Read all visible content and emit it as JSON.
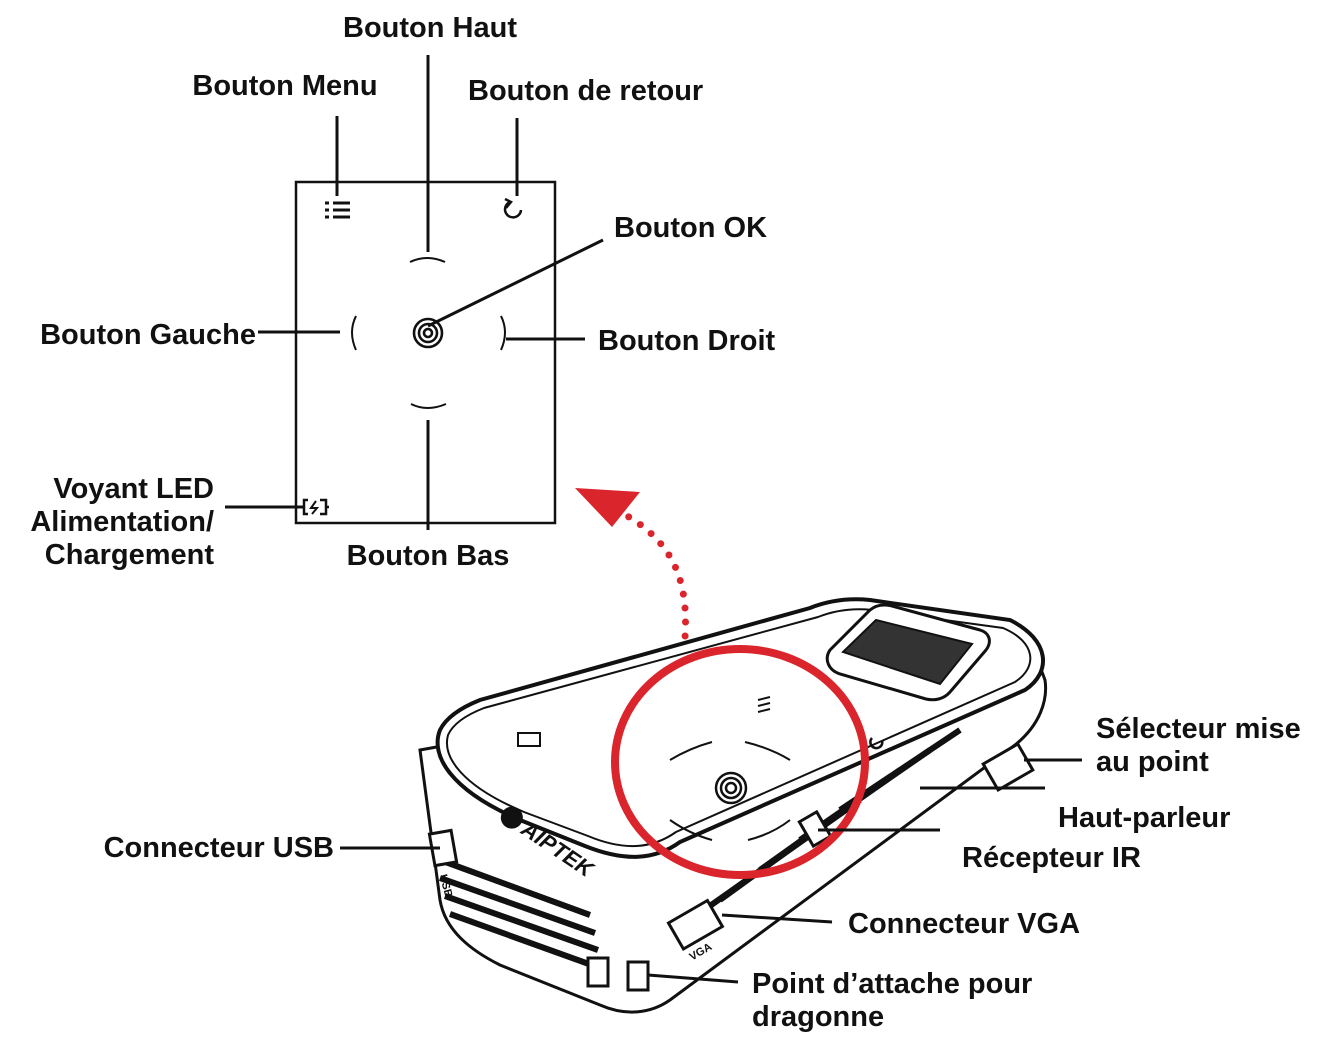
{
  "labels": {
    "bouton_haut": "Bouton Haut",
    "bouton_menu": "Bouton Menu",
    "bouton_retour": "Bouton de retour",
    "bouton_ok": "Bouton OK",
    "bouton_gauche": "Bouton Gauche",
    "bouton_droit": "Bouton Droit",
    "voyant_led": [
      "Voyant LED",
      "Alimentation/",
      "Chargement"
    ],
    "bouton_bas": "Bouton Bas",
    "selecteur": [
      "Sélecteur mise",
      "au point"
    ],
    "haut_parleur": "Haut-parleur",
    "connecteur_usb": "Connecteur USB",
    "recepteur_ir": "Récepteur IR",
    "connecteur_vga": "Connecteur VGA",
    "point_attache": [
      "Point d’attache pour",
      "dragonne"
    ]
  },
  "device": {
    "brand": "AIPTEK",
    "port_usb": "USB",
    "port_vga": "VGA"
  },
  "colors": {
    "highlight": "#d9252b",
    "ink": "#111111"
  },
  "icons": [
    "menu-icon",
    "return-icon",
    "ok-icon",
    "battery-charge-icon"
  ]
}
